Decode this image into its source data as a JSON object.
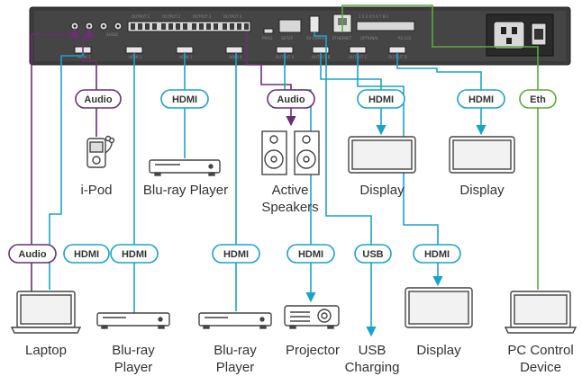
{
  "diagram": {
    "colors": {
      "hdmi": "#1aa3c9",
      "audio": "#6b2f73",
      "usb": "#1aa3c9",
      "eth": "#5aaa3c",
      "panel": "#3a3a3a",
      "device": "#444444"
    },
    "panel_labels": {
      "audio": "AUDIO",
      "output1": "OUTPUT 1",
      "output2": "OUTPUT 2",
      "output3": "OUTPUT 3",
      "output4": "OUTPUT 4",
      "prog": "PROG",
      "setup": "SETUP",
      "ethernet": "ETHERNET",
      "optional": "OPTIONAL",
      "rs232": "RS-232",
      "digits": "1 2 3 4 5 6 7 8 C",
      "in1": "HDMI 1",
      "in2": "HDMI 2",
      "in3": "HDMI 3",
      "in4": "HDMI 4",
      "outA": "OUTPUT A",
      "outB": "OUTPUT B",
      "outC": "OUTPUT C",
      "outD": "OUTPUT D",
      "usbcharge": "5V CHARGE"
    },
    "connector_tags": {
      "audio_ipod": "Audio",
      "hdmi_bluray_top": "HDMI",
      "audio_speakers": "Audio",
      "hdmi_display1": "HDMI",
      "hdmi_display2": "HDMI",
      "eth_pc": "Eth",
      "audio_laptop": "Audio",
      "hdmi_laptop": "HDMI",
      "hdmi_bluray1": "HDMI",
      "hdmi_bluray2": "HDMI",
      "hdmi_projector": "HDMI",
      "usb_charging": "USB",
      "hdmi_display3": "HDMI"
    },
    "devices": {
      "ipod": "i-Pod",
      "bluray_top": "Blu-ray Player",
      "speakers_l1": "Active",
      "speakers_l2": "Speakers",
      "display1": "Display",
      "display2": "Display",
      "laptop": "Laptop",
      "bluray1_l1": "Blu-ray",
      "bluray1_l2": "Player",
      "bluray2_l1": "Blu-ray",
      "bluray2_l2": "Player",
      "projector": "Projector",
      "usb_l1": "USB",
      "usb_l2": "Charging",
      "display3": "Display",
      "pc_l1": "PC Control",
      "pc_l2": "Device"
    }
  }
}
